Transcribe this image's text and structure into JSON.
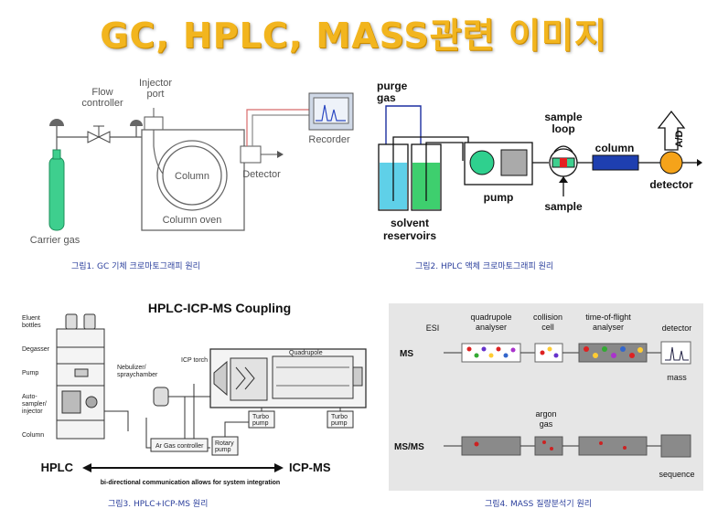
{
  "title": "GC, HPLC, MASS관련 이미지",
  "fig1": {
    "flow_controller": [
      "Flow",
      "controller"
    ],
    "injector_port": [
      "Injector",
      "port"
    ],
    "recorder": "Recorder",
    "column": "Column",
    "detector": "Detector",
    "column_oven": "Column oven",
    "carrier_gas": "Carrier gas",
    "caption": "그림1. GC 기체 크로마토그래피 원리"
  },
  "fig2": {
    "purge_gas": [
      "purge",
      "gas"
    ],
    "sample_loop": [
      "sample",
      "loop"
    ],
    "column": "column",
    "ad": "A/D",
    "pump": "pump",
    "detector": "detector",
    "sample": "sample",
    "solvent_reservoirs": [
      "solvent",
      "reservoirs"
    ],
    "caption": "그림2. HPLC 액체 크로마토그래피 원리"
  },
  "fig3": {
    "title": "HPLC-ICP-MS Coupling",
    "eluent_bottles": [
      "Eluent",
      "bottles"
    ],
    "degasser": "Degasser",
    "pump": "Pump",
    "autosampler": [
      "Auto-",
      "sampler/",
      "injector"
    ],
    "column": "Column",
    "nebulizer": [
      "Nebulizer/",
      "spraychamber"
    ],
    "icp_torch": "ICP torch",
    "quadrupole": "Quadrupole",
    "turbo_pump_1": [
      "Turbo",
      "pump"
    ],
    "turbo_pump_2": [
      "Turbo",
      "pump"
    ],
    "rotary_pump": [
      "Rotary",
      "pump"
    ],
    "ar_gas_controller": "Ar Gas controller",
    "hplc": "HPLC",
    "icpms": "ICP-MS",
    "bidirectional": "bi-directional communication allows for system integration",
    "caption": "그림3. HPLC+ICP-MS   원리"
  },
  "fig4": {
    "esi": "ESI",
    "quadrupole_analyser": [
      "quadrupole",
      "analyser"
    ],
    "collision_cell": [
      "collision",
      "cell"
    ],
    "tof_analyser": [
      "time-of-flight",
      "analyser"
    ],
    "detector": "detector",
    "ms": "MS",
    "mass": "mass",
    "argon_gas": [
      "argon",
      "gas"
    ],
    "msms": "MS/MS",
    "sequence": "sequence",
    "caption": "그림4. MASS 질량분석기 원리"
  },
  "colors": {
    "title": "#f2b51e",
    "caption": "#2b3f9c",
    "gas_cylinder": "#3ecf8e",
    "solvent": "#5fd0e8",
    "hplc_column": "#1e3fb0",
    "detector_orange": "#f5a31a",
    "ms_panel_bg": "#e6e6e6"
  }
}
